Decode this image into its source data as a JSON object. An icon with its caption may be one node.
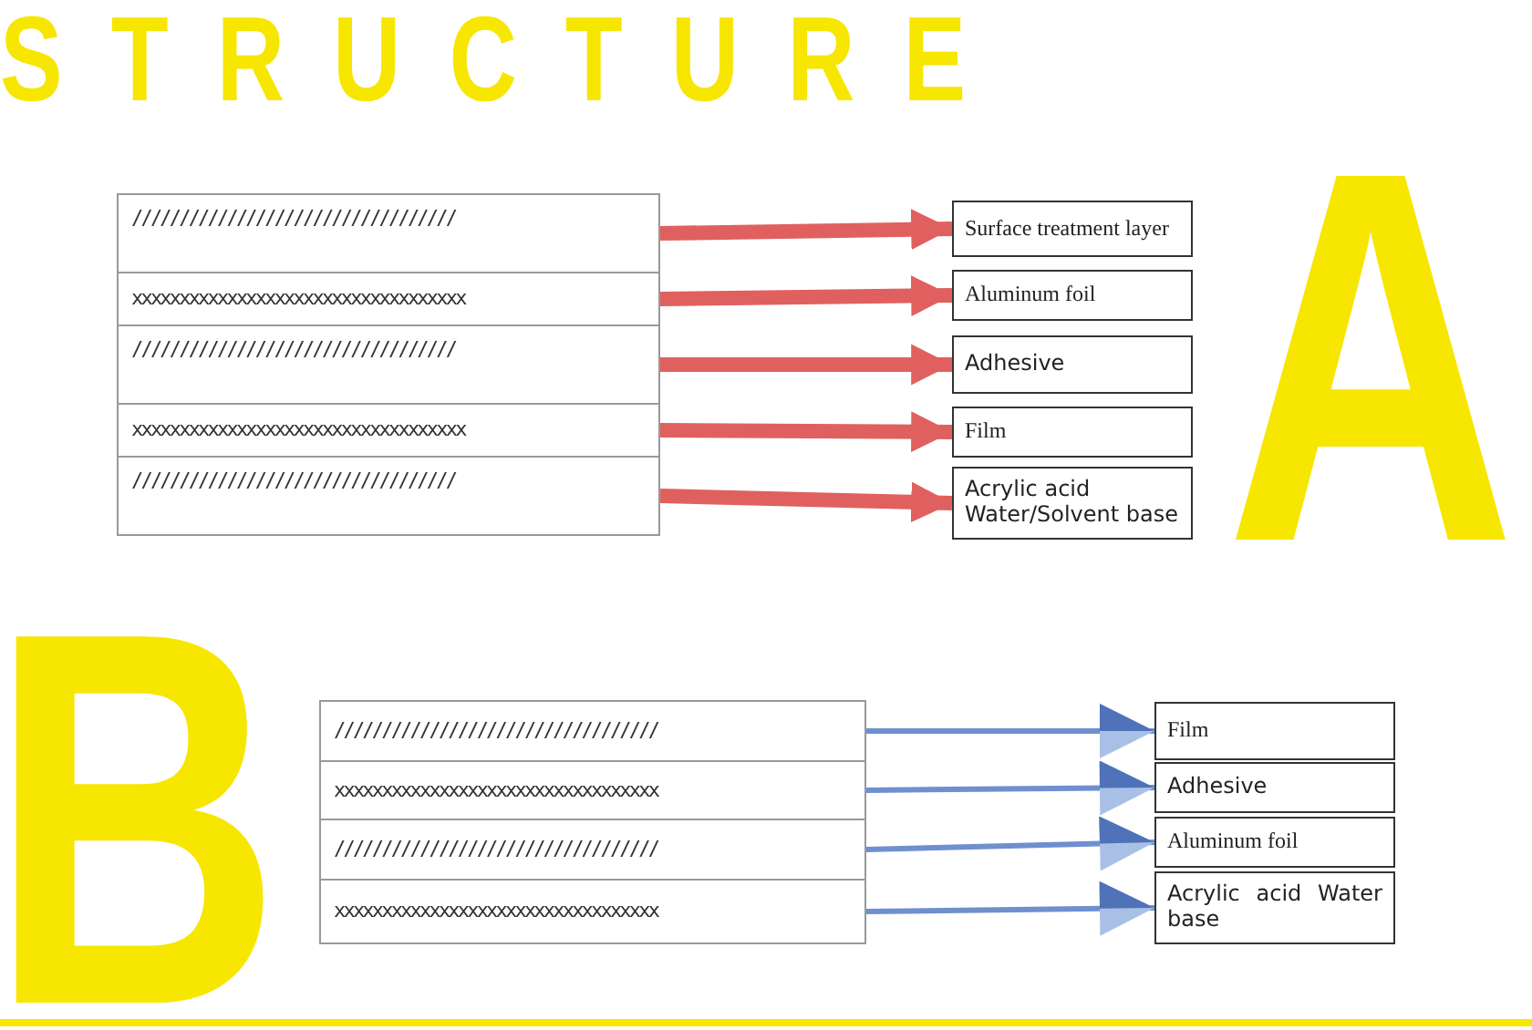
{
  "diagram": {
    "title": "STRUCTURE",
    "nodes": [
      {
        "text": [
          "//////////////////////////////////"
        ]
      },
      {
        "text": [
          "xxxxxxxxxxxxxxxxxxxxxxxxxxxxxxxxxxx"
        ]
      },
      {
        "text": [
          "//////////////////////////////////"
        ]
      },
      {
        "text": [
          "xxxxxxxxxxxxxxxxxxxxxxxxxxxxxxxxxxx"
        ]
      },
      {
        "text": [
          "//////////////////////////////////"
        ]
      },
      {
        "text": [
          "Surface treatment layer"
        ]
      },
      {
        "text": [
          "Aluminum foil"
        ]
      },
      {
        "text": [
          "Adhesive"
        ]
      },
      {
        "text": [
          "Film"
        ]
      },
      {
        "text": [
          "Acrylic acid Water/Solvent base"
        ]
      },
      {
        "text": [
          "//////////////////////////////////"
        ]
      },
      {
        "text": [
          "xxxxxxxxxxxxxxxxxxxxxxxxxxxxxxxxxx"
        ]
      },
      {
        "text": [
          "//////////////////////////////////"
        ]
      },
      {
        "text": [
          "xxxxxxxxxxxxxxxxxxxxxxxxxxxxxxxxxx"
        ]
      },
      {
        "text": [
          "Film"
        ]
      },
      {
        "text": [
          "Adhesive"
        ]
      },
      {
        "text": [
          "Aluminum foil"
        ]
      },
      {
        "text": [
          "Acrylic acid Water base"
        ]
      }
    ],
    "edges": [
      {
        "from": 0,
        "to": 5,
        "arrow": "to"
      },
      {
        "from": 1,
        "to": 6,
        "arrow": "to"
      },
      {
        "from": 2,
        "to": 7,
        "arrow": "to"
      },
      {
        "from": 3,
        "to": 8,
        "arrow": "to"
      },
      {
        "from": 4,
        "to": 9,
        "arrow": "to"
      },
      {
        "from": 10,
        "to": 14,
        "arrow": "to",
        "color": "#6f8fcf"
      },
      {
        "from": 11,
        "to": 15,
        "arrow": "to",
        "color": "#6f8fcf"
      },
      {
        "from": 12,
        "to": 16,
        "arrow": "to",
        "color": "#6f8fcf"
      },
      {
        "from": 13,
        "to": 17,
        "arrow": "to",
        "color": "#6f8fcf"
      }
    ],
    "labels": [
      "A",
      "B"
    ]
  }
}
